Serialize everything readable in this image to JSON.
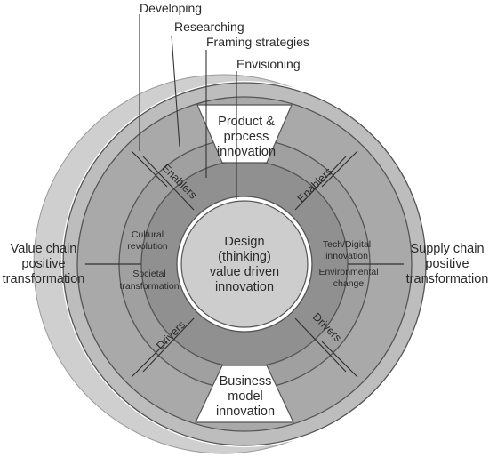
{
  "callouts": {
    "developing": "Developing",
    "researching": "Researching",
    "framing": "Framing strategies",
    "envisioning": "Envisioning"
  },
  "top_gap": [
    "Product &",
    "process",
    "innovation"
  ],
  "bottom_gap": [
    "Business",
    "model",
    "innovation"
  ],
  "left_side": [
    "Value chain",
    "positive",
    "transformation"
  ],
  "right_side": [
    "Supply chain",
    "positive",
    "transformation"
  ],
  "center": [
    "Design",
    "(thinking)",
    "value driven",
    "innovation"
  ],
  "enablers_label": "Enablers",
  "drivers_label": "Drivers",
  "left_upper": [
    "Cultural",
    "revolution"
  ],
  "left_lower": [
    "Societal",
    "transformation"
  ],
  "right_upper": [
    "Tech/Digital",
    "innovation"
  ],
  "right_lower": [
    "Environmental",
    "change"
  ],
  "colors": {
    "outer_band": "#cfcfcf",
    "ring_light": "#b9b9b9",
    "ring_mid": "#a4a4a4",
    "ring_dark": "#8f8f8f",
    "center_disk": "#cdcdcd",
    "line": "#333333",
    "white": "#ffffff"
  }
}
